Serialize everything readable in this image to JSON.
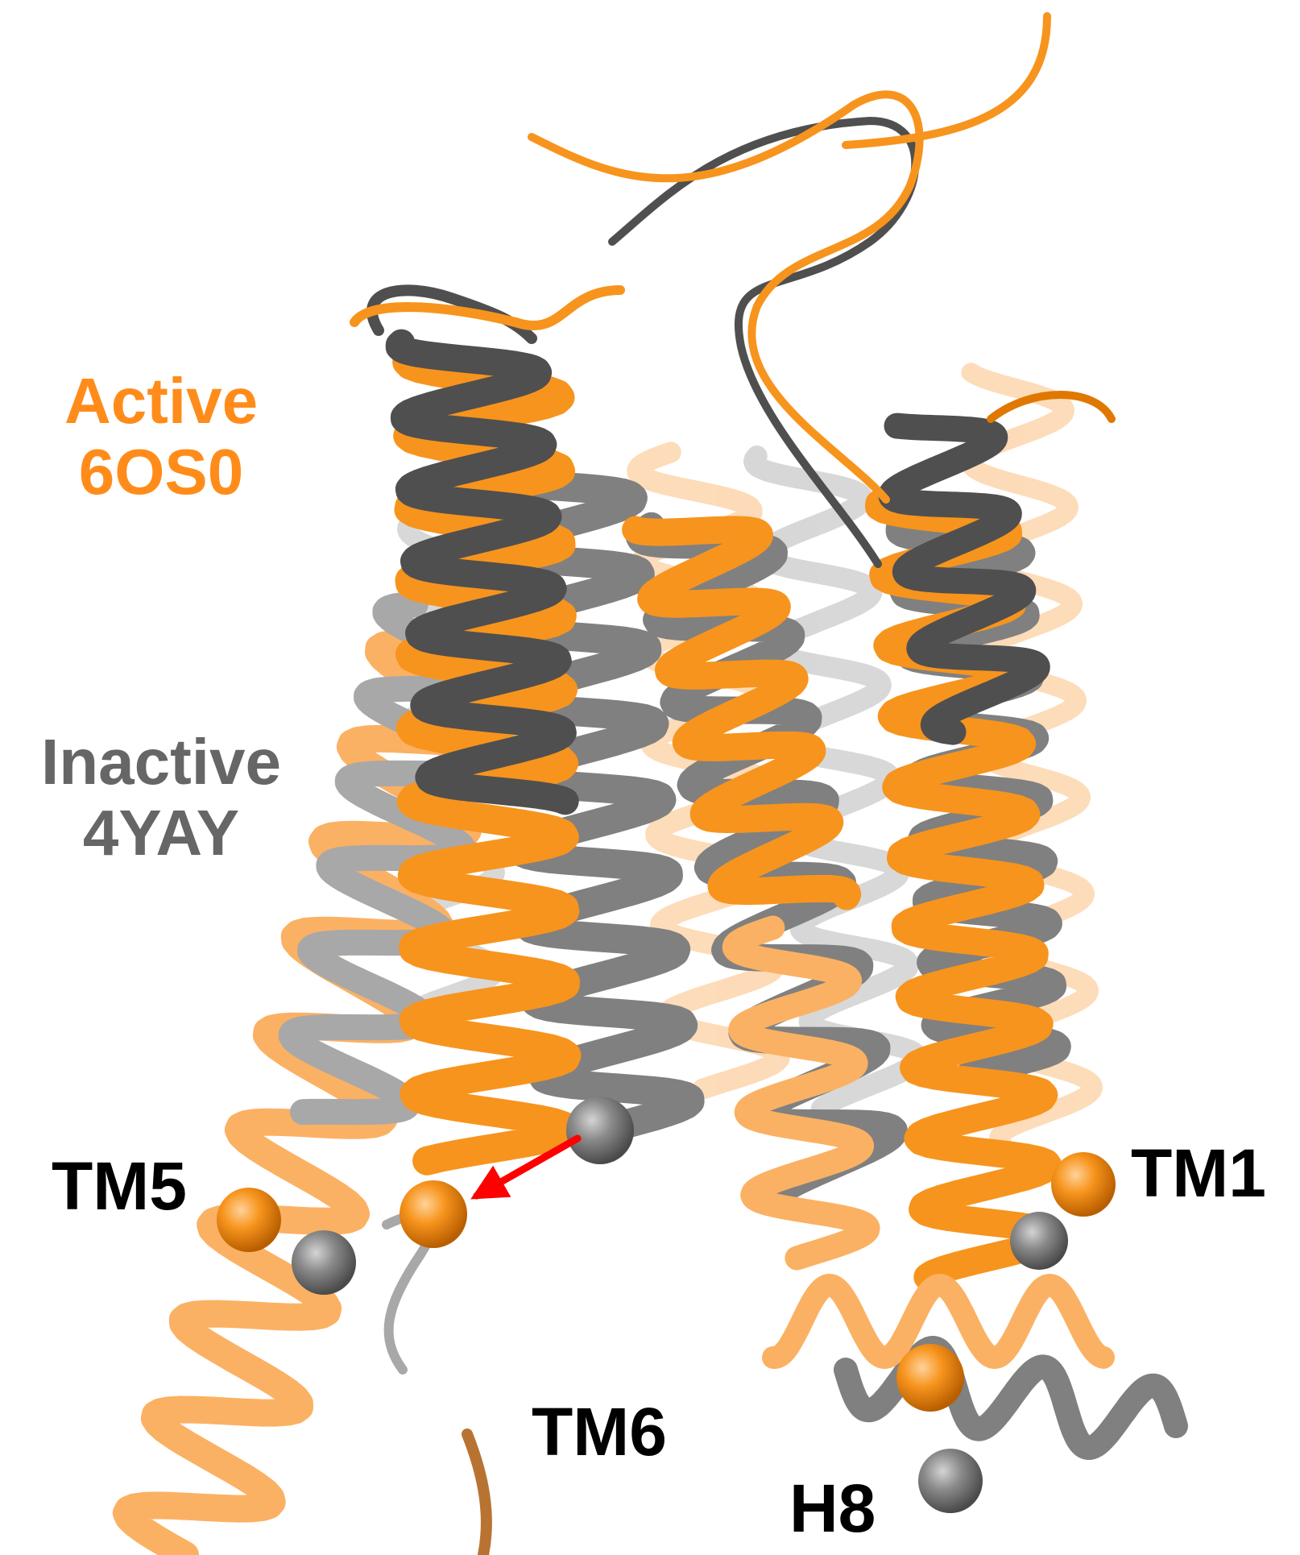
{
  "legend": {
    "active": {
      "line1": "Active",
      "line2": "6OS0",
      "color": "#FF8C1A"
    },
    "inactive": {
      "line1": "Inactive",
      "line2": "4YAY",
      "color": "#666666"
    }
  },
  "labels": {
    "tm5": "TM5",
    "tm1": "TM1",
    "tm6": "TM6",
    "h8": "H8"
  },
  "colors": {
    "active_ribbon": "#F7941D",
    "active_ribbon_light": "#FBB163",
    "active_ribbon_dark": "#E07800",
    "inactive_ribbon": "#808080",
    "inactive_ribbon_dark": "#4F4F4F",
    "inactive_ribbon_light": "#A8A8A8",
    "arrow": "#FF0000",
    "text": "#000000"
  },
  "icons": {
    "arrow": "tm6-movement-arrow-icon",
    "sphere": "c-alpha-sphere-icon"
  }
}
